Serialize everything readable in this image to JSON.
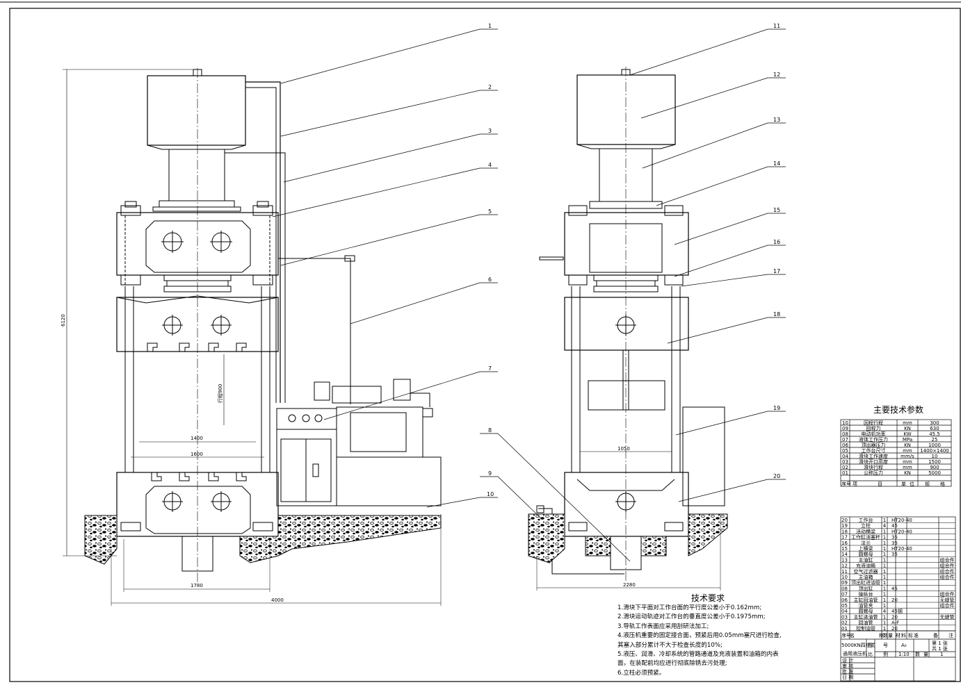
{
  "drawing": {
    "part_callouts": [
      "1",
      "2",
      "3",
      "4",
      "5",
      "6",
      "7",
      "8",
      "9",
      "10",
      "11",
      "12",
      "13",
      "14",
      "15",
      "16",
      "17",
      "18",
      "19",
      "20"
    ],
    "dimensions": {
      "total_height": "6120",
      "stroke": "行程900",
      "table_width": "1400",
      "column_span": "1600",
      "base_width": "1780",
      "overall_width": "4000",
      "side_column_span": "1050",
      "side_base_width": "2280"
    }
  },
  "tech_params": {
    "title": "主要技术参数",
    "rows": [
      {
        "no": "10",
        "name": "回程行程",
        "unit": "mm",
        "value": "300"
      },
      {
        "no": "09",
        "name": "回程力",
        "unit": "KN",
        "value": "630"
      },
      {
        "no": "08",
        "name": "电动机功率",
        "unit": "KW",
        "value": "45.5"
      },
      {
        "no": "07",
        "name": "液体工作压力",
        "unit": "MPa",
        "value": "25"
      },
      {
        "no": "06",
        "name": "顶出器压力",
        "unit": "KN",
        "value": "1000"
      },
      {
        "no": "05",
        "name": "工作台尺寸",
        "unit": "mm",
        "value": "1400×1400"
      },
      {
        "no": "04",
        "name": "滑块工作速度",
        "unit": "mm/s",
        "value": "10"
      },
      {
        "no": "03",
        "name": "滑块开口高度",
        "unit": "mm",
        "value": "1500"
      },
      {
        "no": "02",
        "name": "滑块行程",
        "unit": "mm",
        "value": "900"
      },
      {
        "no": "01",
        "name": "公称压力",
        "unit": "KN",
        "value": "5000"
      }
    ],
    "footer": [
      "序号",
      "项",
      "目",
      "单",
      "位",
      "规",
      "格"
    ]
  },
  "bom": {
    "rows": [
      {
        "no": "20",
        "name": "工作台",
        "qty": "1",
        "mat": "HT20-40",
        "note": ""
      },
      {
        "no": "19",
        "name": "立柱",
        "qty": "4",
        "mat": "45",
        "note": ""
      },
      {
        "no": "18",
        "name": "活动横梁",
        "qty": "1",
        "mat": "HT20-40",
        "note": ""
      },
      {
        "no": "17",
        "name": "工作缸活塞杆",
        "qty": "1",
        "mat": "35",
        "note": ""
      },
      {
        "no": "16",
        "name": "法兰",
        "qty": "1",
        "mat": "35",
        "note": ""
      },
      {
        "no": "15",
        "name": "上横梁",
        "qty": "1",
        "mat": "HT20-40",
        "note": ""
      },
      {
        "no": "14",
        "name": "圆螺母",
        "qty": "1",
        "mat": "35",
        "note": ""
      },
      {
        "no": "13",
        "name": "主油缸",
        "qty": "1",
        "mat": "",
        "note": "组合件"
      },
      {
        "no": "12",
        "name": "充液油箱",
        "qty": "1",
        "mat": "",
        "note": "组合件"
      },
      {
        "no": "11",
        "name": "空气过滤器",
        "qty": "1",
        "mat": "",
        "note": "组合件"
      },
      {
        "no": "10",
        "name": "主油箱",
        "qty": "1",
        "mat": "",
        "note": "组合件"
      },
      {
        "no": "09",
        "name": "顶出缸进油管",
        "qty": "1",
        "mat": "",
        "note": ""
      },
      {
        "no": "08",
        "name": "顶出缸",
        "qty": "1",
        "mat": "45",
        "note": ""
      },
      {
        "no": "07",
        "name": "操纵台",
        "qty": "1",
        "mat": "",
        "note": "组合件"
      },
      {
        "no": "06",
        "name": "主缸回油管",
        "qty": "1",
        "mat": "20",
        "note": "无缝管"
      },
      {
        "no": "05",
        "name": "油管夹",
        "qty": "1",
        "mat": "",
        "note": "组合件"
      },
      {
        "no": "04",
        "name": "圆螺母",
        "qty": "4",
        "mat": "45钢",
        "note": ""
      },
      {
        "no": "03",
        "name": "主缸进油管",
        "qty": "1",
        "mat": "20",
        "note": "无缝管"
      },
      {
        "no": "02",
        "name": "回油管",
        "qty": "1",
        "mat": "A-F",
        "note": ""
      },
      {
        "no": "01",
        "name": "控制油管",
        "qty": "1",
        "mat": "20",
        "note": ""
      }
    ],
    "footer": {
      "no": "序号",
      "name": "名",
      "label1": "称",
      "label2": "数量",
      "label3": "材",
      "label4": "料",
      "label5": "标",
      "label6": "准",
      "label7": "备",
      "label8": "注"
    },
    "title_line1": "5000KN四柱式",
    "title_line2": "通用液压机",
    "fig_no_label": "图",
    "fig_no_label2": "号",
    "size": "A₀",
    "scale_label": "比",
    "scale_label2": "例",
    "scale": "1:10",
    "qty_label": "数",
    "qty_label2": "量",
    "qty": "1",
    "sheet_label": "第  1  张",
    "sheets_label": "共  1  张",
    "sign_rows": [
      "设 计",
      "审 核",
      "批 准",
      "日 期"
    ]
  },
  "notes": {
    "title": "技术要求",
    "lines": [
      "1.滑块下平面对工作台面的平行度公差小于0.162mm;",
      "2.滑块运动轨迹对工作台的垂直度公差小于0.1975mm;",
      "3.导轨工作表面应采用刮研法加工;",
      "4.液压机重要的固定接合面，预紧后用0.05mm塞尺进行检查,",
      "其塞入部分累计不大于检查长度的10%;",
      "5.液压、润滑、冷却系统的管路通道及充液装置和油箱的内表",
      "面，在装配前均应进行彻底除锈去污处理;",
      "6.立柱必须预紧。"
    ]
  }
}
